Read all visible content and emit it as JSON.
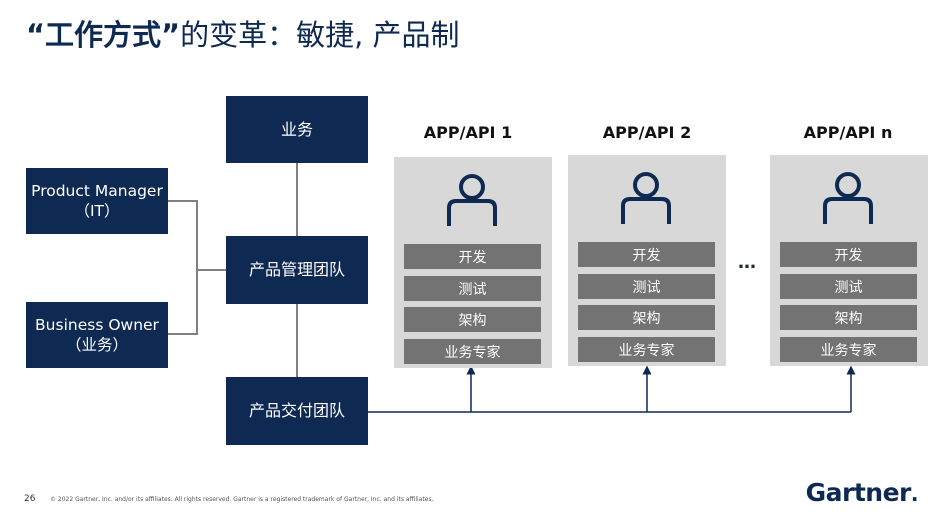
{
  "title": {
    "quoted": "“工作方式”",
    "rest": "的变革：敏捷,  产品制"
  },
  "left_boxes": {
    "product_manager": {
      "line1": "Product Manager",
      "line2": "（IT）"
    },
    "business_owner": {
      "line1": "Business Owner",
      "line2": "（业务）"
    }
  },
  "center_boxes": {
    "business": "业务",
    "product_mgmt_team": "产品管理团队",
    "product_delivery_team": "产品交付团队"
  },
  "apps": [
    {
      "title": "APP/API 1",
      "roles": [
        "开发",
        "测试",
        "架构",
        "业务专家"
      ]
    },
    {
      "title": "APP/API 2",
      "roles": [
        "开发",
        "测试",
        "架构",
        "业务专家"
      ]
    },
    {
      "title": "APP/API n",
      "roles": [
        "开发",
        "测试",
        "架构",
        "业务专家"
      ]
    }
  ],
  "ellipsis": "…",
  "footer": {
    "page_number": "26",
    "copyright": "© 2022 Gartner, Inc. and/or its affiliates. All rights reserved. Gartner is a registered trademark of Gartner, Inc. and its affiliates.",
    "logo": "Gartner",
    "logo_dot": "."
  },
  "colors": {
    "navy": "#0f2a52",
    "panel_gray": "#d8d8d8",
    "role_gray": "#737373",
    "connector_gray": "#808080"
  },
  "icons": [
    "person-icon"
  ]
}
